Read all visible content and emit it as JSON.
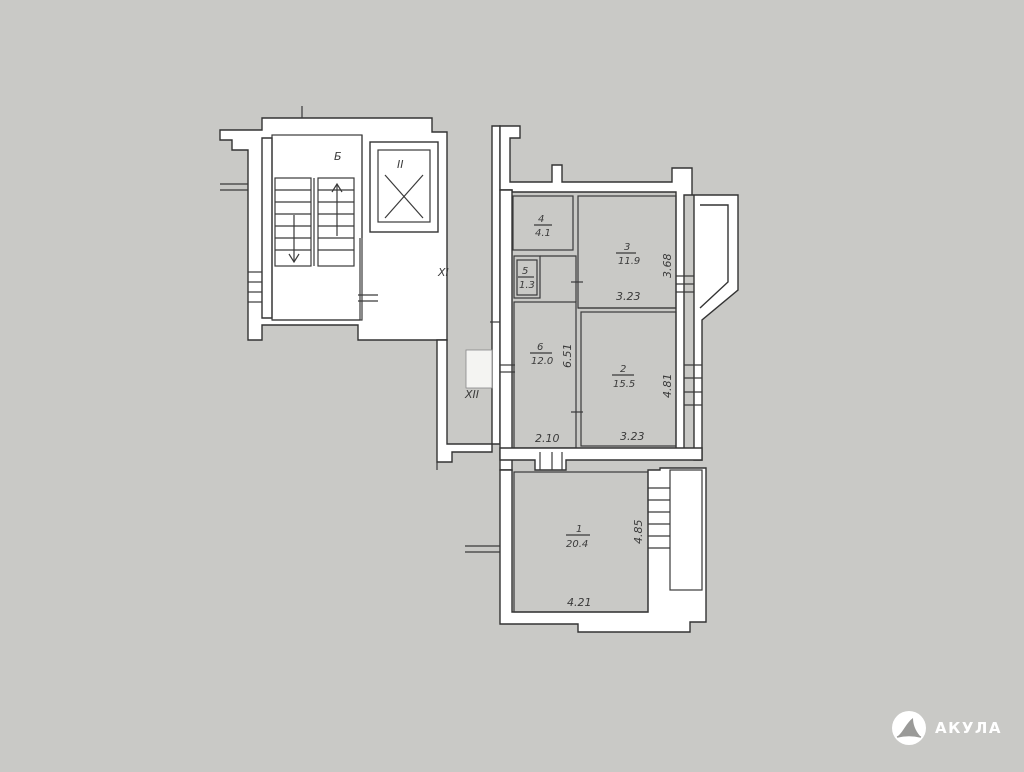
{
  "plan": {
    "rooms": [
      {
        "id": "1",
        "num": "1",
        "area": "20.4"
      },
      {
        "id": "2",
        "num": "2",
        "area": "15.5"
      },
      {
        "id": "3",
        "num": "3",
        "area": "11.9"
      },
      {
        "id": "4",
        "num": "4",
        "area": "4.1"
      },
      {
        "id": "5",
        "num": "5",
        "area": "1.3"
      },
      {
        "id": "6",
        "num": "6",
        "area": "12.0"
      }
    ],
    "dims": {
      "r3_height": "3.68",
      "r3_width": "3.23",
      "r2_height": "4.81",
      "r2_width": "3.23",
      "r6_height": "6.51",
      "r6_width": "2.10",
      "r1_height": "4.85",
      "r1_width": "4.21"
    },
    "labels": {
      "stair": "Б",
      "elevator": "II",
      "hall_xi": "XI",
      "hall_xii": "XII"
    }
  },
  "brand": {
    "name": "АКУЛА",
    "icon": "shark-fin-icon"
  }
}
